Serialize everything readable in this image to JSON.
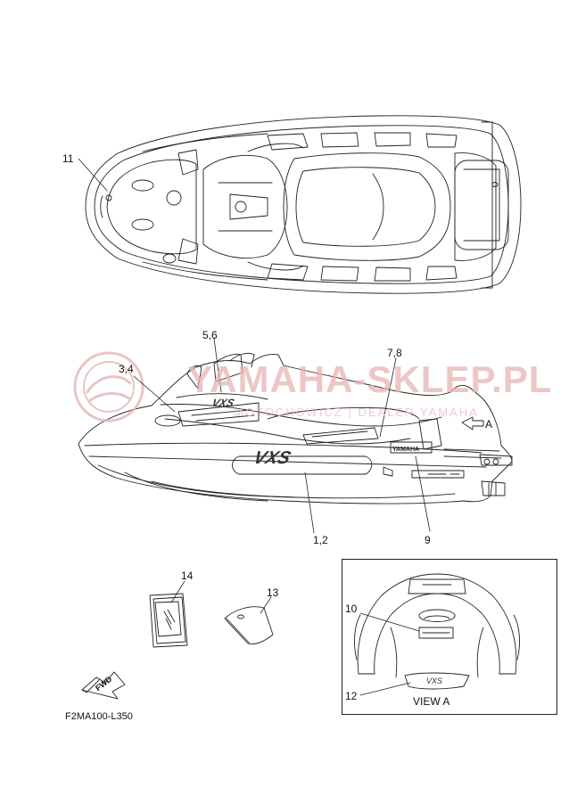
{
  "watermark": {
    "brand": "YAMAHA-SKLEP.PL",
    "tagline": "MOTOCHOWICZ | DEALER YAMAHA",
    "color": "#e8b4b4"
  },
  "callouts": {
    "c11": "11",
    "c56": "5,6",
    "c34": "3,4",
    "c78": "7,8",
    "arrowA": "A",
    "c12bottom": "1,2",
    "c9": "9",
    "c14": "14",
    "c13": "13",
    "c10": "10",
    "c12": "12"
  },
  "view_a": {
    "title": "VIEW A"
  },
  "fwd": {
    "label": "FWD"
  },
  "diagram_code": "F2MA100-L350",
  "decals": {
    "hull_logo": "VXS",
    "mirror_logo": "VXS",
    "view_a_logo": "VXS",
    "badge": "YAMAHA"
  }
}
